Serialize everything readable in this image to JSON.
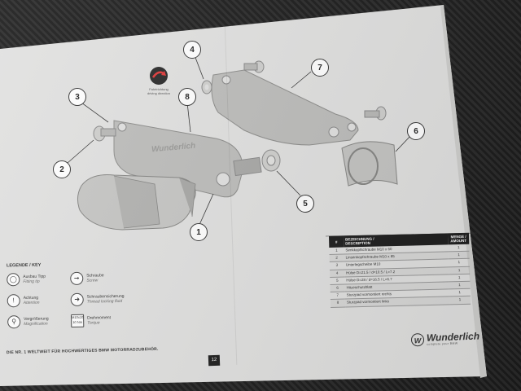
{
  "direction_label": [
    "Fahrtrichtung",
    "driving direction"
  ],
  "callouts": [
    "1",
    "2",
    "3",
    "4",
    "5",
    "6",
    "7",
    "8"
  ],
  "legend": {
    "title": "LEGENDE / KEY",
    "items": [
      {
        "icon": "bulb-icon",
        "de": "Ausbau Tipp",
        "en": "Fitting tip"
      },
      {
        "icon": "screwdriver-icon",
        "de": "Schraube",
        "en": "Screw"
      },
      {
        "icon": "warning-icon",
        "de": "Achtung",
        "en": "Attention"
      },
      {
        "icon": "thread-lock-icon",
        "de": "Schraubensicherung",
        "en": "Thread locking fluid"
      },
      {
        "icon": "magnifier-icon",
        "de": "Vergrößerung",
        "en": "Magnification"
      },
      {
        "icon": "torque-icon",
        "icon_text": [
          "M10x10",
          "10 Nm"
        ],
        "de": "Drehmoment",
        "en": "Torque"
      }
    ]
  },
  "parts_table": {
    "headers": {
      "num": "#",
      "desc": [
        "BEZEICHNUNG /",
        "DESCRIPTION"
      ],
      "qty": [
        "MENGE /",
        "AMOUNT"
      ]
    },
    "rows": [
      {
        "num": "1",
        "desc": "Senkkopfschraube M10 x 60",
        "qty": "1"
      },
      {
        "num": "2",
        "desc": "Linsenkopfschraube M10 x 85",
        "qty": "1"
      },
      {
        "num": "3",
        "desc": "Unterlegscheibe M10",
        "qty": "1"
      },
      {
        "num": "4",
        "desc": "Hülse D=21.5 / d=10.5 / L=7.2",
        "qty": "1"
      },
      {
        "num": "5",
        "desc": "Hülse D=28 / d=16.5 / L=6.7",
        "qty": "1"
      },
      {
        "num": "6",
        "desc": "Hitzeschutzblatt",
        "qty": "1"
      },
      {
        "num": "7",
        "desc": "Sturzpad vormontiert rechts",
        "qty": "1"
      },
      {
        "num": "8",
        "desc": "Sturzpad vormontiert links",
        "qty": "1"
      }
    ]
  },
  "footer_text": "DIE NR. 1 WELTWEIT FÜR HOCHWERTIGES BMW MOTORRADZUBEHÖR.",
  "page_number": "12",
  "brand": {
    "mark": "W",
    "name": "Wunderlich",
    "tagline": "complete your BMW"
  },
  "plate_logo": "Wunderlich",
  "colors": {
    "paper": "#e3e3e3",
    "ink": "#333333",
    "header_bg": "#1e1e1e",
    "background": "#1e1e1e"
  }
}
